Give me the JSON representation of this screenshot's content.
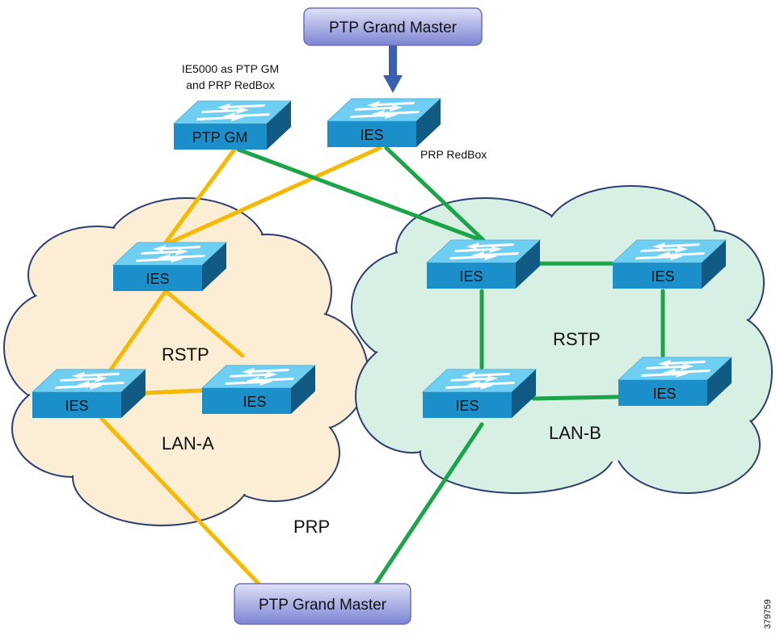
{
  "colors": {
    "lan_a_link": "#f7b800",
    "lan_b_link": "#1aa548",
    "lan_a_cloud": "#fbeed4",
    "lan_b_cloud": "#d8f0e3",
    "cloud_outline": "#2b3f73",
    "switch_top": "#6fcff3",
    "switch_front": "#1b8fc9",
    "switch_side": "#105a84",
    "gm_box_top": "#dfe2f7",
    "gm_box_bottom": "#7c84d3",
    "arrow": "#3a5fae"
  },
  "grand_master_top": {
    "label": "PTP Grand Master"
  },
  "grand_master_bottom": {
    "label": "PTP Grand Master"
  },
  "gm_redbox_caption": {
    "line1": "IE5000 as PTP GM",
    "line2": "and PRP RedBox"
  },
  "redbox_caption": "PRP RedBox",
  "switch_labels": {
    "ptp_gm": "PTP GM",
    "redbox": "IES",
    "lan_a_top": "IES",
    "lan_a_left": "IES",
    "lan_a_right": "IES",
    "lan_b_top_left": "IES",
    "lan_b_top_right": "IES",
    "lan_b_bottom_left": "IES",
    "lan_b_bottom_right": "IES"
  },
  "lan_a": {
    "protocol": "RSTP",
    "name": "LAN-A"
  },
  "lan_b": {
    "protocol": "RSTP",
    "name": "LAN-B"
  },
  "prp_label": "PRP",
  "figure_id": "379759"
}
